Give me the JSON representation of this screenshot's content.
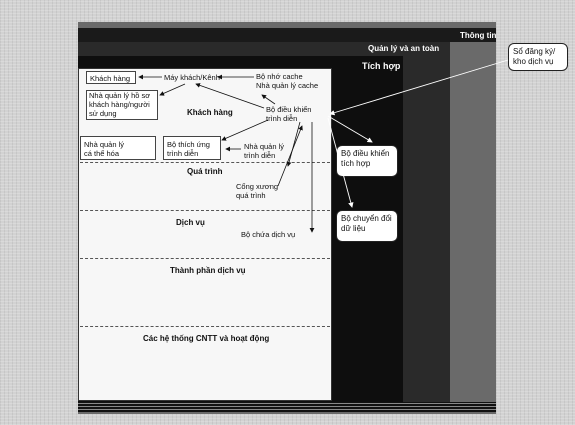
{
  "layers": {
    "info": "Thông tin",
    "management_security": "Quản lý và an toàn",
    "integration": "Tích hợp"
  },
  "sections": {
    "customer": "Khách hàng",
    "process": "Quá trình",
    "service": "Dịch vụ",
    "service_components": "Thành phần dịch vụ",
    "it_systems": "Các hệ thống CNTT và hoạt động"
  },
  "labels": {
    "khach_hang_box": "Khách hàng",
    "may_khach_kenh": "Máy khách/Kênh",
    "bo_nho_cache": "Bộ nhớ cache",
    "nha_quan_ly_cache": "Nhà quản lý cache",
    "profile_mgr_1": "Nhà quản lý hồ sơ",
    "profile_mgr_2": "khách hàng/người",
    "profile_mgr_3": "sử dụng",
    "presentation_ctrl_1": "Bộ điều khiển",
    "presentation_ctrl_2": "trình diễn",
    "personalization_1": "Nhà quản lý",
    "personalization_2": "cá thể hóa",
    "adapter_1": "Bộ thích ứng",
    "adapter_2": "trình diễn",
    "presentation_mgr_1": "Nhà quản lý",
    "presentation_mgr_2": "trình diễn",
    "process_gateway_1": "Cổng xương",
    "process_gateway_2": "quá trình",
    "service_container": "Bộ chứa dịch vụ"
  },
  "callouts": {
    "integration_ctrl_1": "Bộ điều khiển",
    "integration_ctrl_2": "tích hợp",
    "data_transformer_1": "Bộ chuyển đổi",
    "data_transformer_2": "dữ liệu",
    "registry_1": "Sổ đăng ký/",
    "registry_2": "kho dịch vụ"
  }
}
